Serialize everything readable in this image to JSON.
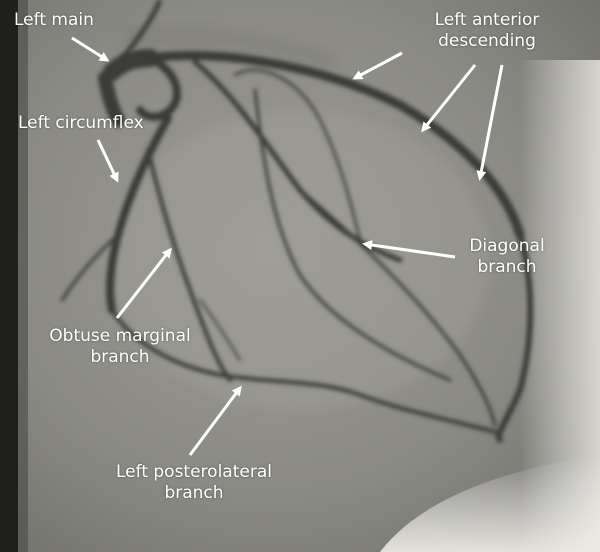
{
  "labels": {
    "left_main": "Left main",
    "lad_line1": "Left anterior",
    "lad_line2": "descending",
    "circumflex": "Left circumflex",
    "diagonal_line1": "Diagonal",
    "diagonal_line2": "branch",
    "obtuse_line1": "Obtuse marginal",
    "obtuse_line2": "branch",
    "posterolateral_line1": "Left posterolateral",
    "posterolateral_line2": "branch"
  },
  "colors": {
    "background": "#8f8e88",
    "vessel": "#3a3a37",
    "label_text": "#ffffff",
    "arrow": "#ffffff"
  }
}
